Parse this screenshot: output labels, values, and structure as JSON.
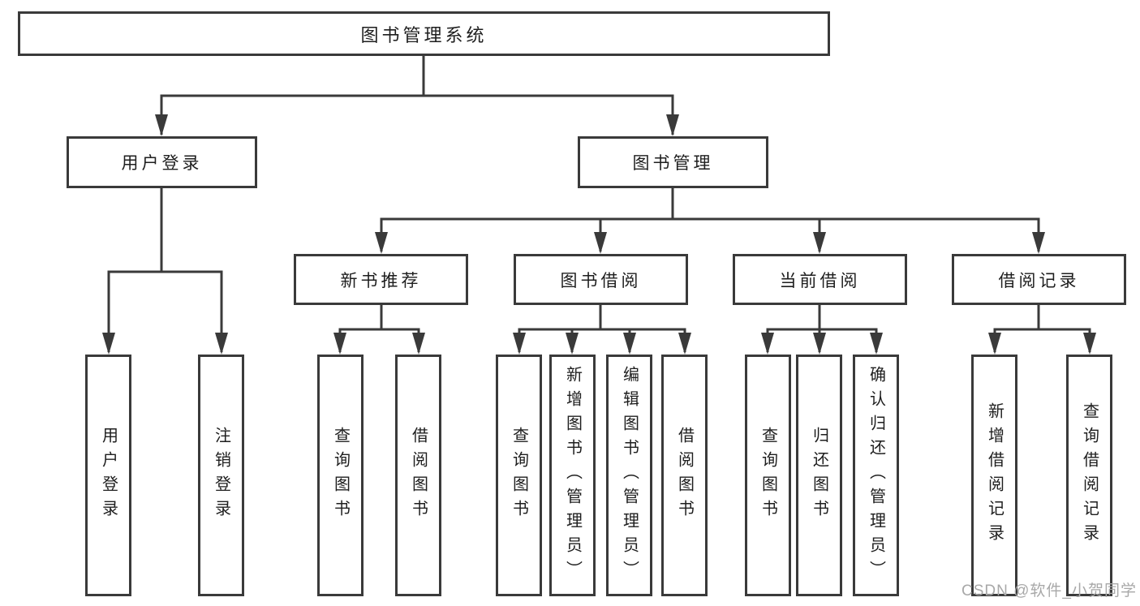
{
  "tree": {
    "root": {
      "label": "图书管理系统"
    },
    "branches": [
      {
        "label": "用户登录",
        "children": [
          {
            "label": "用户登录"
          },
          {
            "label": "注销登录"
          }
        ]
      },
      {
        "label": "图书管理",
        "groups": [
          {
            "label": "新书推荐",
            "children": [
              {
                "label": "查询图书"
              },
              {
                "label": "借阅图书"
              }
            ]
          },
          {
            "label": "图书借阅",
            "children": [
              {
                "label": "查询图书"
              },
              {
                "label": "新增图书（管理员）"
              },
              {
                "label": "编辑图书（管理员）"
              },
              {
                "label": "借阅图书"
              }
            ]
          },
          {
            "label": "当前借阅",
            "children": [
              {
                "label": "查询图书"
              },
              {
                "label": "归还图书"
              },
              {
                "label": "确认归还（管理员）"
              }
            ]
          },
          {
            "label": "借阅记录",
            "children": [
              {
                "label": "新增借阅记录"
              },
              {
                "label": "查询借阅记录"
              }
            ]
          }
        ]
      }
    ]
  },
  "watermark": {
    "text": "CSDN @软件_小贺同学"
  },
  "colors": {
    "line": "#3a3a3a",
    "box_fill": "#ffffff",
    "text": "#1e1e1e",
    "watermark": "#a8a8a8",
    "background": "#ffffff"
  }
}
